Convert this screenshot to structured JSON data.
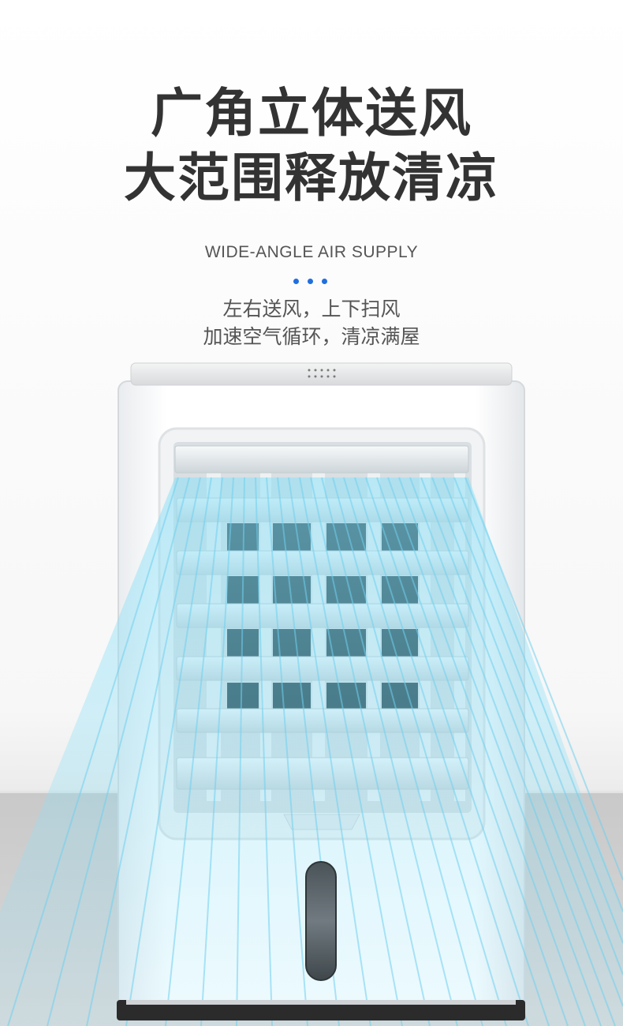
{
  "headline": {
    "line1": "广角立体送风",
    "line2": "大范围释放清凉"
  },
  "subtitle_en": "WIDE-ANGLE AIR SUPPLY",
  "description": {
    "line1": "左右送风，上下扫风",
    "line2": "加速空气循环，清凉满屋"
  },
  "colors": {
    "accent_dots": "#1f6fe0",
    "airflow": "#7fd6f2",
    "title_text": "#333333"
  },
  "icons": {
    "dots": "three-dots-icon",
    "speaker_grill": "speaker-grill-icon",
    "water_window": "water-level-window-icon"
  }
}
